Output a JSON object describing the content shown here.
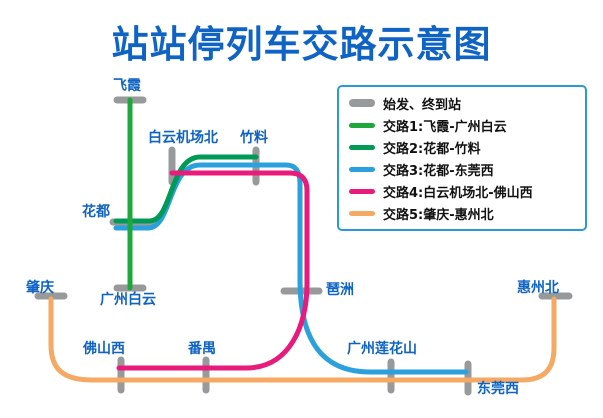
{
  "title": "站站停列车交路示意图",
  "colors": {
    "title": "#0e63c5",
    "station_label": "#0e63c5",
    "terminal": "#97999b",
    "route1": "#1ea83c",
    "route2": "#009a57",
    "route3": "#2aa0dd",
    "route4": "#e81a7b",
    "route5": "#f5a963",
    "legend_border": "#2a9ad6"
  },
  "legend": {
    "items": [
      {
        "label": "始发、终到站"
      },
      {
        "label": "交路1:飞霞-广州白云"
      },
      {
        "label": "交路2:花都-竹料"
      },
      {
        "label": "交路3:花都-东莞西"
      },
      {
        "label": "交路4:白云机场北-佛山西"
      },
      {
        "label": "交路5:肇庆-惠州北"
      }
    ]
  },
  "stations": {
    "feixia": "飞霞",
    "baiyun_airport_north": "白云机场北",
    "zhuliao": "竹料",
    "huadu": "花都",
    "zhaoqing": "肇庆",
    "guangzhou_baiyun": "广州白云",
    "pazhou": "琶洲",
    "huizhou_north": "惠州北",
    "foshan_west": "佛山西",
    "panyu": "番禺",
    "guangzhou_lianhuashan": "广州莲花山",
    "dongguan_west": "东莞西"
  }
}
